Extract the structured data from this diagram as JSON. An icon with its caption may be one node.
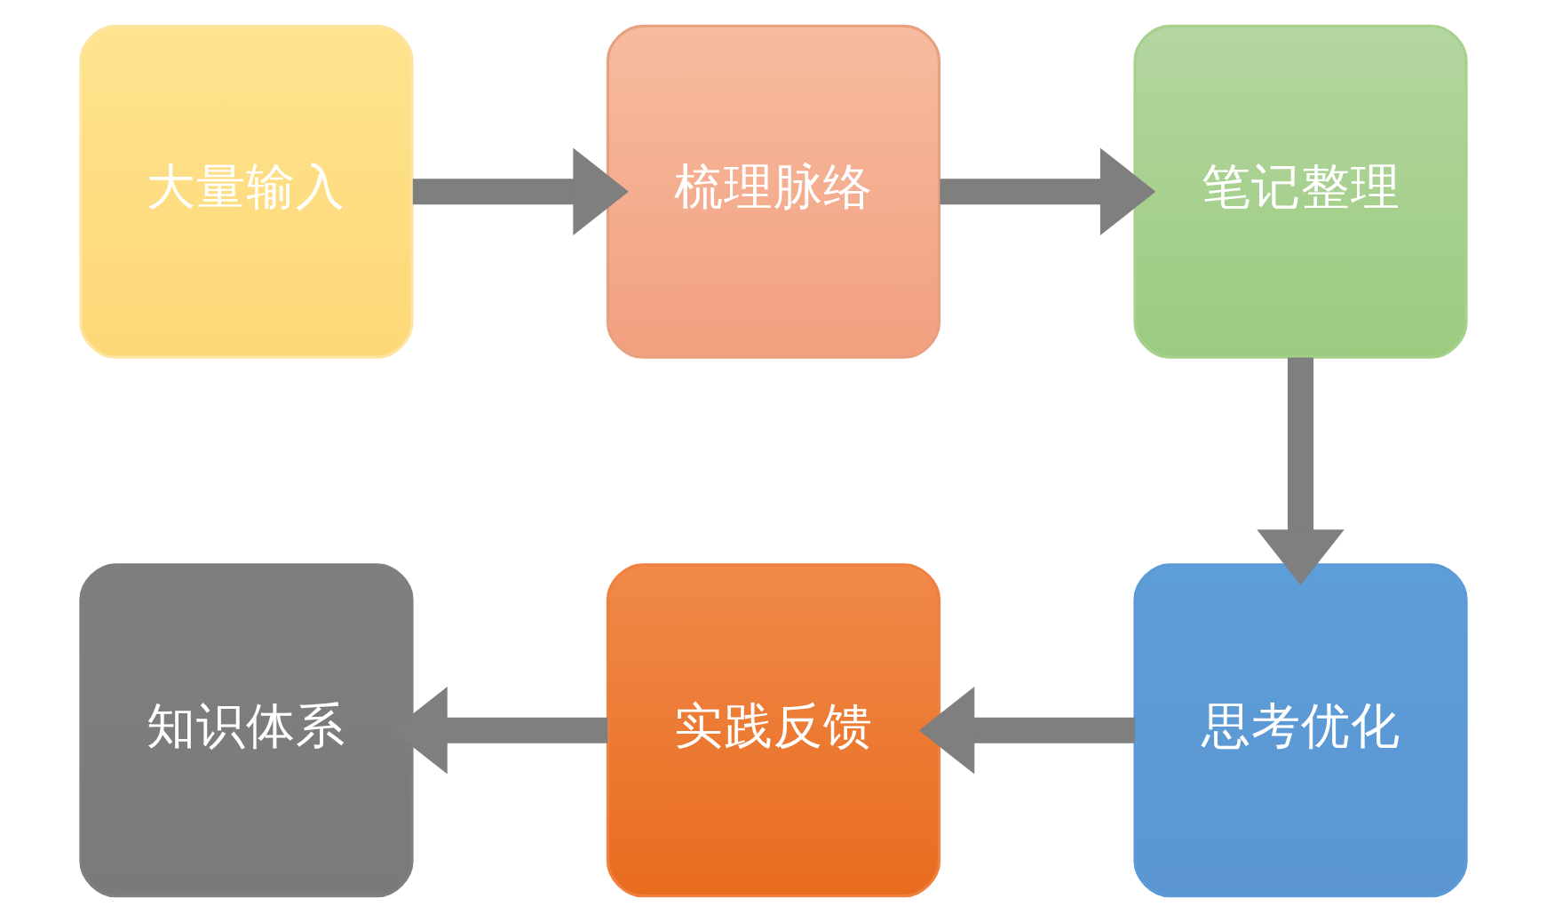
{
  "diagram": {
    "nodes": [
      {
        "text": [
          "大量输入"
        ]
      },
      {
        "text": [
          "梳理脉络"
        ]
      },
      {
        "text": [
          "笔记整理"
        ]
      },
      {
        "text": [
          "思考优化"
        ]
      },
      {
        "text": [
          "实践反馈"
        ]
      },
      {
        "text": [
          "知识体系"
        ]
      }
    ],
    "edges": [
      {
        "from": 0,
        "to": 1,
        "arrow": "to"
      },
      {
        "from": 1,
        "to": 2,
        "arrow": "to"
      },
      {
        "from": 2,
        "to": 3,
        "arrow": "to"
      },
      {
        "from": 3,
        "to": 4,
        "arrow": "to"
      },
      {
        "from": 4,
        "to": 5,
        "arrow": "to"
      }
    ]
  }
}
